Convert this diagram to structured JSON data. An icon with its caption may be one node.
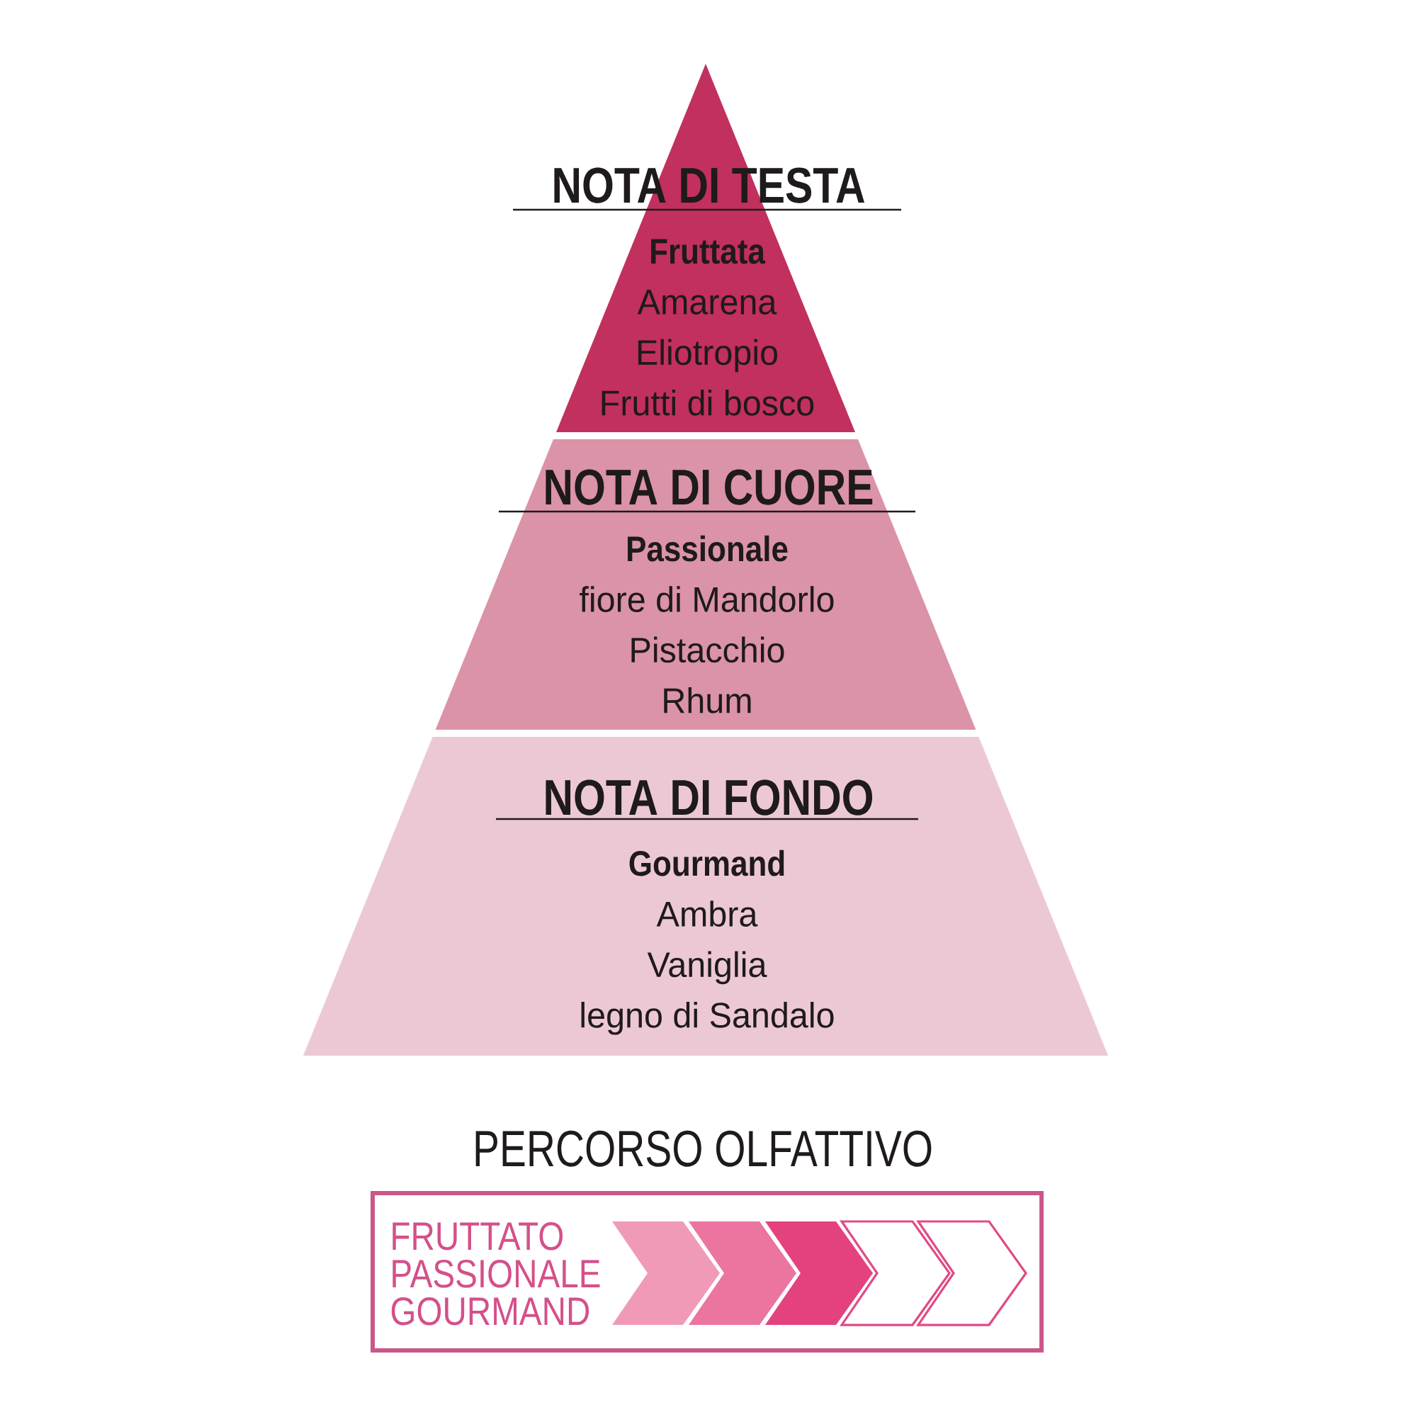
{
  "diagram": {
    "nodes": [
      {
        "text": [
          "NOTA DI TESTA",
          "Fruttata",
          "Amarena",
          "Eliotropio",
          "Frutti di bosco"
        ]
      },
      {
        "text": [
          "NOTA DI CUORE",
          "Passionale",
          "fiore di Mandorlo",
          "Pistacchio",
          "Rhum"
        ]
      },
      {
        "text": [
          "NOTA DI FONDO",
          "Gourmand",
          "Ambra",
          "Vaniglia",
          "legno di Sandalo"
        ]
      },
      {
        "text": [
          "PERCORSO OLFATTIVO",
          "FRUTTATO",
          "PASSIONALE",
          "GOURMAND"
        ]
      },
      {
        "text": [],
        "shape": "chevron",
        "in": 3
      },
      {
        "text": [],
        "shape": "chevron",
        "in": 3
      },
      {
        "text": [],
        "shape": "chevron",
        "in": 3
      },
      {
        "text": [],
        "shape": "chevron",
        "in": 3
      },
      {
        "text": [],
        "shape": "chevron",
        "in": 3
      }
    ]
  }
}
